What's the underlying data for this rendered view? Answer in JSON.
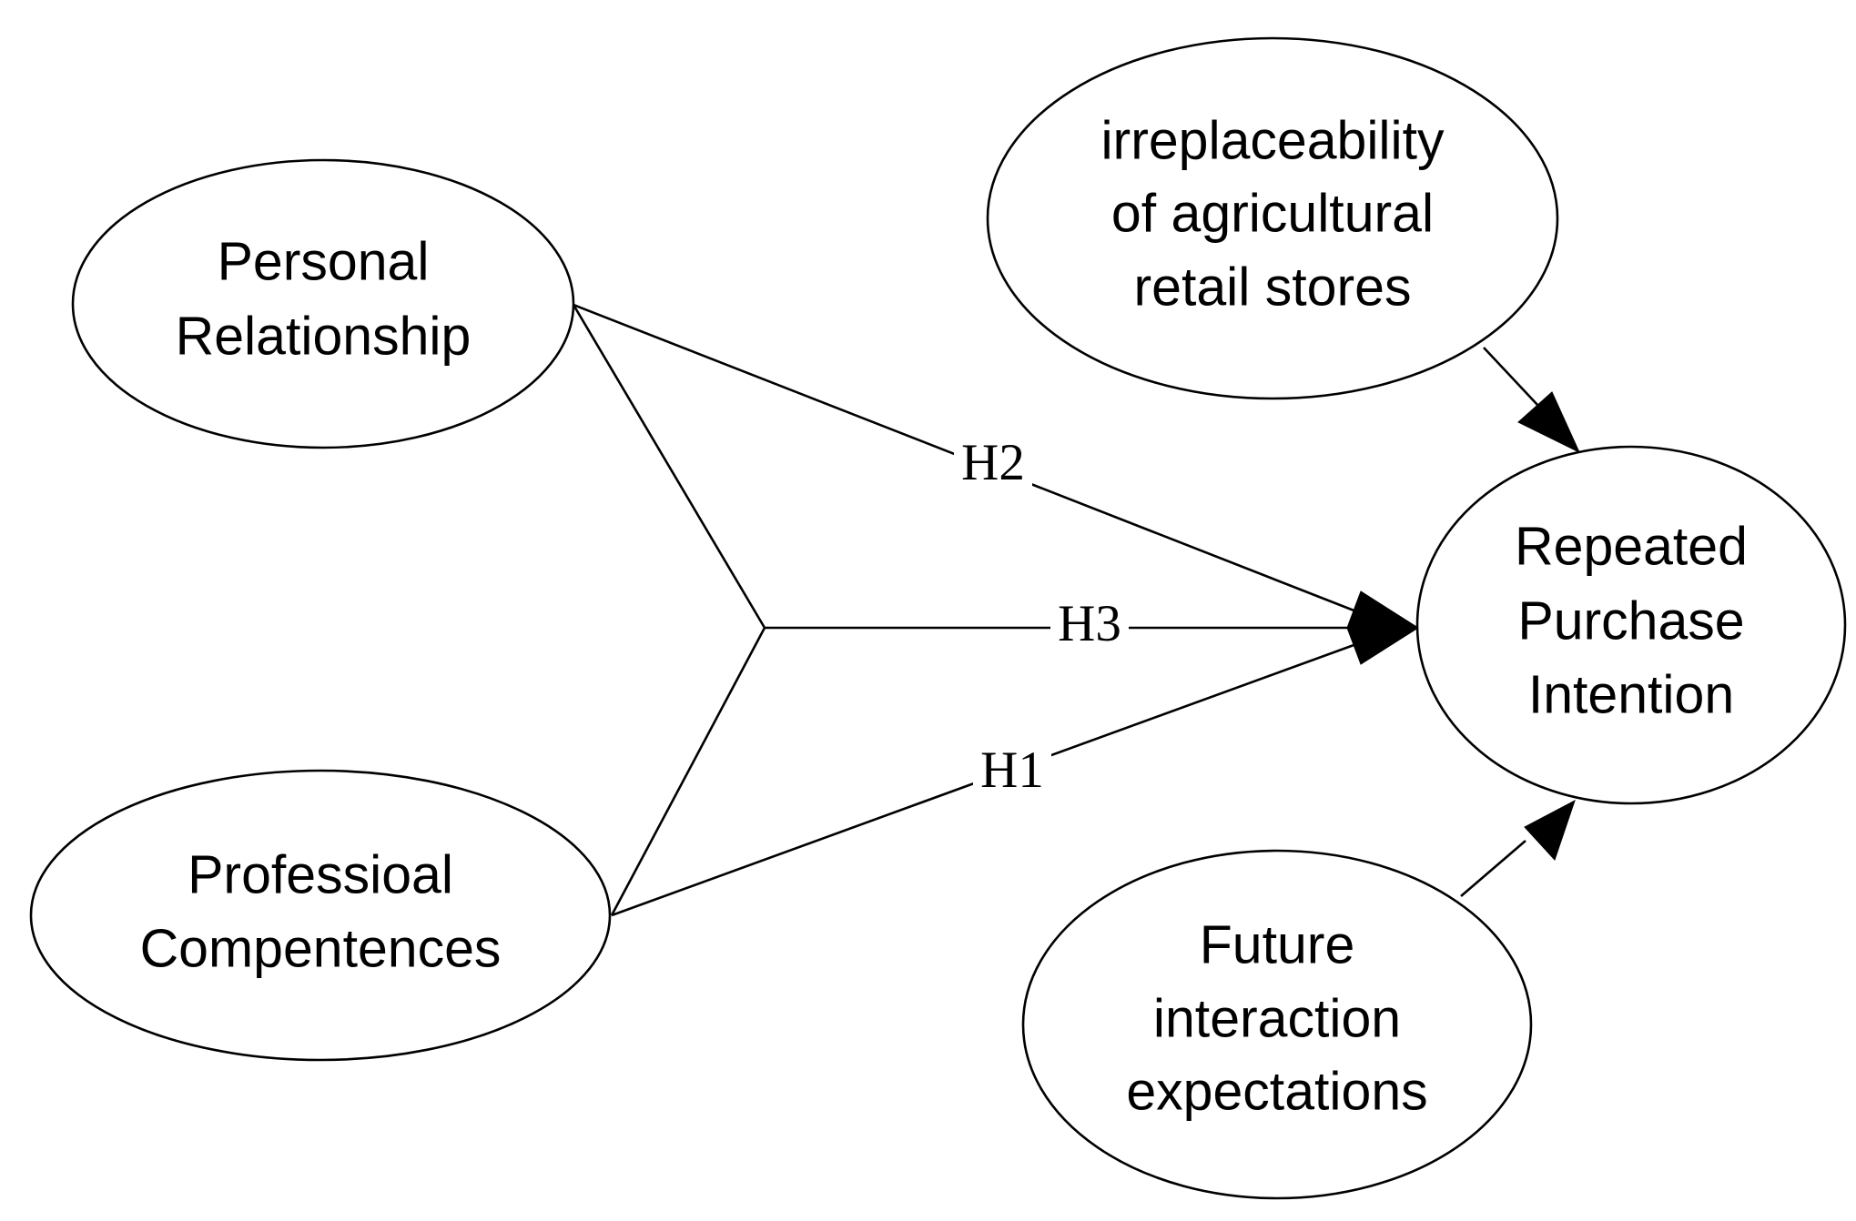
{
  "nodes": {
    "personal_relationship": {
      "lines": [
        "Personal",
        "Relationship"
      ]
    },
    "professional_competences": {
      "lines": [
        "Professioal",
        "Compentences"
      ]
    },
    "irreplaceability": {
      "lines": [
        "irreplaceability",
        "of agricultural",
        "retail stores"
      ]
    },
    "repeated_purchase": {
      "lines": [
        "Repeated",
        "Purchase",
        "Intention"
      ]
    },
    "future_interaction": {
      "lines": [
        "Future",
        "interaction",
        "expectations"
      ]
    }
  },
  "edges": {
    "h1": {
      "label": "H1"
    },
    "h2": {
      "label": "H2"
    },
    "h3": {
      "label": "H3"
    }
  }
}
